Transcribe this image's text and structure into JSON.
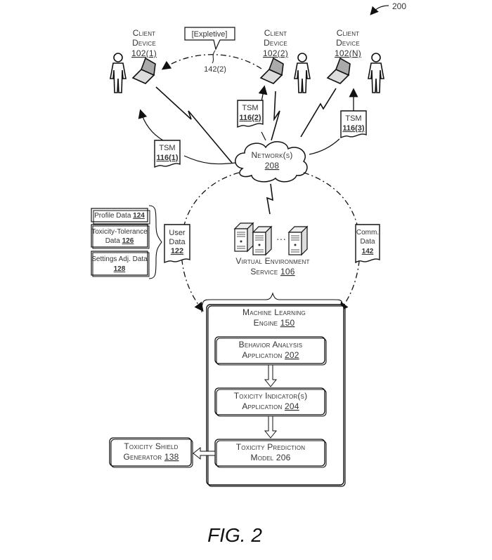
{
  "figure_ref": "200",
  "figure_label": "FIG. 2",
  "clients": [
    {
      "line1": "Client",
      "line2": "Device",
      "id": "102(1)"
    },
    {
      "line1": "Client",
      "line2": "Device",
      "id": "102(2)"
    },
    {
      "line1": "Client",
      "line2": "Device",
      "id": "102(N)"
    }
  ],
  "speech_bubble": {
    "text": "[Expletive]",
    "ref": "142(2)"
  },
  "tsm": [
    {
      "label": "TSM",
      "id": "116(1)"
    },
    {
      "label": "TSM",
      "id": "116(2)"
    },
    {
      "label": "TSM",
      "id": "116(3)"
    }
  ],
  "network": {
    "label": "Network(s)",
    "id": "208"
  },
  "user_data_items": [
    {
      "text": "Profile Data",
      "id": "124"
    },
    {
      "line1": "Toxicity-Tolerance",
      "line2": "Data",
      "id": "126"
    },
    {
      "line1": "Settings Adj. Data",
      "id": "128"
    }
  ],
  "user_data": {
    "line1": "User",
    "line2": "Data",
    "id": "122"
  },
  "comm_data": {
    "line1": "Comm.",
    "line2": "Data",
    "id": "142"
  },
  "virtual_env": {
    "line1": "Virtual Environment",
    "line2": "Service",
    "id": "106"
  },
  "server_ellipsis": "···",
  "ml_engine": {
    "line1": "Machine Learning",
    "line2": "Engine",
    "id": "150"
  },
  "apps": [
    {
      "line1": "Behavior Analysis",
      "line2": "Application",
      "id": "202"
    },
    {
      "line1": "Toxicity Indicator(s)",
      "line2": "Application",
      "id": "204"
    },
    {
      "line1": "Toxicity Prediction",
      "line2": "Model",
      "id": "206"
    }
  ],
  "shield_generator": {
    "line1": "Toxicity Shield",
    "line2": "Generator",
    "id": "138"
  }
}
